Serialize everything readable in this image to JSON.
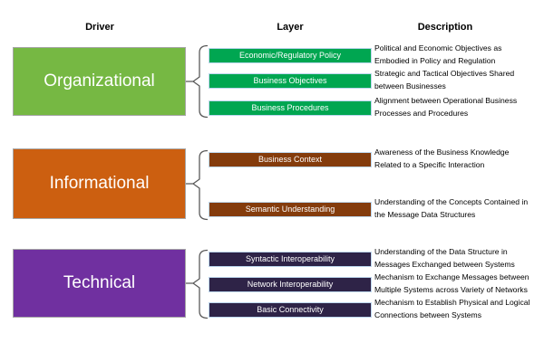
{
  "headers": {
    "driver": "Driver",
    "layer": "Layer",
    "description": "Description"
  },
  "colors": {
    "organizational_driver": "#76B843",
    "organizational_layer": "#00A651",
    "informational_driver": "#CC5F10",
    "informational_layer": "#843C0C",
    "technical_driver": "#7030A0",
    "technical_layer": "#2E2347",
    "layer_border": "#BDD7EE",
    "brace_line": "#595959"
  },
  "sections": [
    {
      "driver": "Organizational",
      "driver_color": "#76B843",
      "layer_color": "#00A651",
      "rows": [
        {
          "layer": "Economic/Regulatory Policy",
          "description": "Political and Economic Objectives as\nEmbodied in Policy and Regulation"
        },
        {
          "layer": "Business Objectives",
          "description": "Strategic and Tactical Objectives Shared\nbetween Businesses"
        },
        {
          "layer": "Business Procedures",
          "description": "Alignment between Operational Business\nProcesses and Procedures"
        }
      ]
    },
    {
      "driver": "Informational",
      "driver_color": "#CC5F10",
      "layer_color": "#843C0C",
      "rows": [
        {
          "layer": "Business Context",
          "description": "Awareness of the Business Knowledge\nRelated to a Specific Interaction"
        },
        {
          "layer": "Semantic Understanding",
          "description": "Understanding of the Concepts Contained in\nthe Message Data Structures"
        }
      ]
    },
    {
      "driver": "Technical",
      "driver_color": "#7030A0",
      "layer_color": "#2E2347",
      "rows": [
        {
          "layer": "Syntactic Interoperability",
          "description": "Understanding of the Data Structure in\nMessages Exchanged between Systems"
        },
        {
          "layer": "Network Interoperability",
          "description": "Mechanism to Exchange Messages between\nMultiple Systems across Variety of Networks"
        },
        {
          "layer": "Basic Connectivity",
          "description": "Mechanism to Establish Physical and Logical\nConnections between Systems"
        }
      ]
    }
  ]
}
